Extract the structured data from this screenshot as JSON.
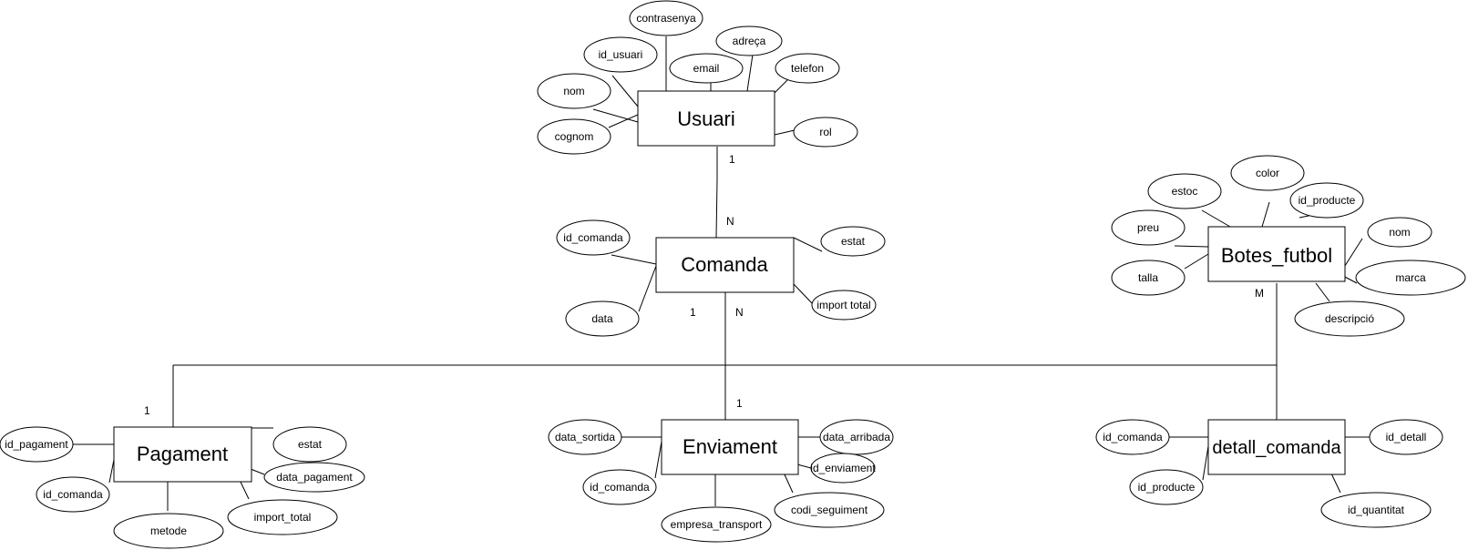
{
  "entities": {
    "usuari": "Usuari",
    "comanda": "Comanda",
    "pagament": "Pagament",
    "enviament": "Enviament",
    "botes": "Botes_futbol",
    "detall": "detall_comanda"
  },
  "attributes": {
    "usuari_contrasenya": "contrasenya",
    "usuari_id": "id_usuari",
    "usuari_adreca": "adreça",
    "usuari_email": "email",
    "usuari_telefon": "telefon",
    "usuari_nom": "nom",
    "usuari_cognom": "cognom",
    "usuari_rol": "rol",
    "comanda_id": "id_comanda",
    "comanda_estat": "estat",
    "comanda_data": "data",
    "comanda_import": "import total",
    "botes_color": "color",
    "botes_estoc": "estoc",
    "botes_id_producte": "id_producte",
    "botes_preu": "preu",
    "botes_nom": "nom",
    "botes_talla": "talla",
    "botes_marca": "marca",
    "botes_descripcio": "descripció",
    "pagament_id": "id_pagament",
    "pagament_estat": "estat",
    "pagament_data": "data_pagament",
    "pagament_id_comanda": "id_comanda",
    "pagament_import": "import_total",
    "pagament_metode": "metode",
    "enviament_data_sortida": "data_sortida",
    "enviament_data_arribada": "data_arribada",
    "enviament_id": "id_enviament",
    "enviament_id_comanda": "id_comanda",
    "enviament_codi": "codi_seguiment",
    "enviament_empresa": "empresa_transport",
    "detall_id_comanda": "id_comanda",
    "detall_id": "id_detall",
    "detall_id_producte": "id_producte",
    "detall_quantitat": "id_quantitat"
  },
  "cardinalities": {
    "usuari_one": "1",
    "comanda_n_top": "N",
    "comanda_one_left": "1",
    "comanda_n_bottom": "N",
    "botes_m": "M",
    "pagament_one": "1",
    "enviament_one": "1"
  }
}
